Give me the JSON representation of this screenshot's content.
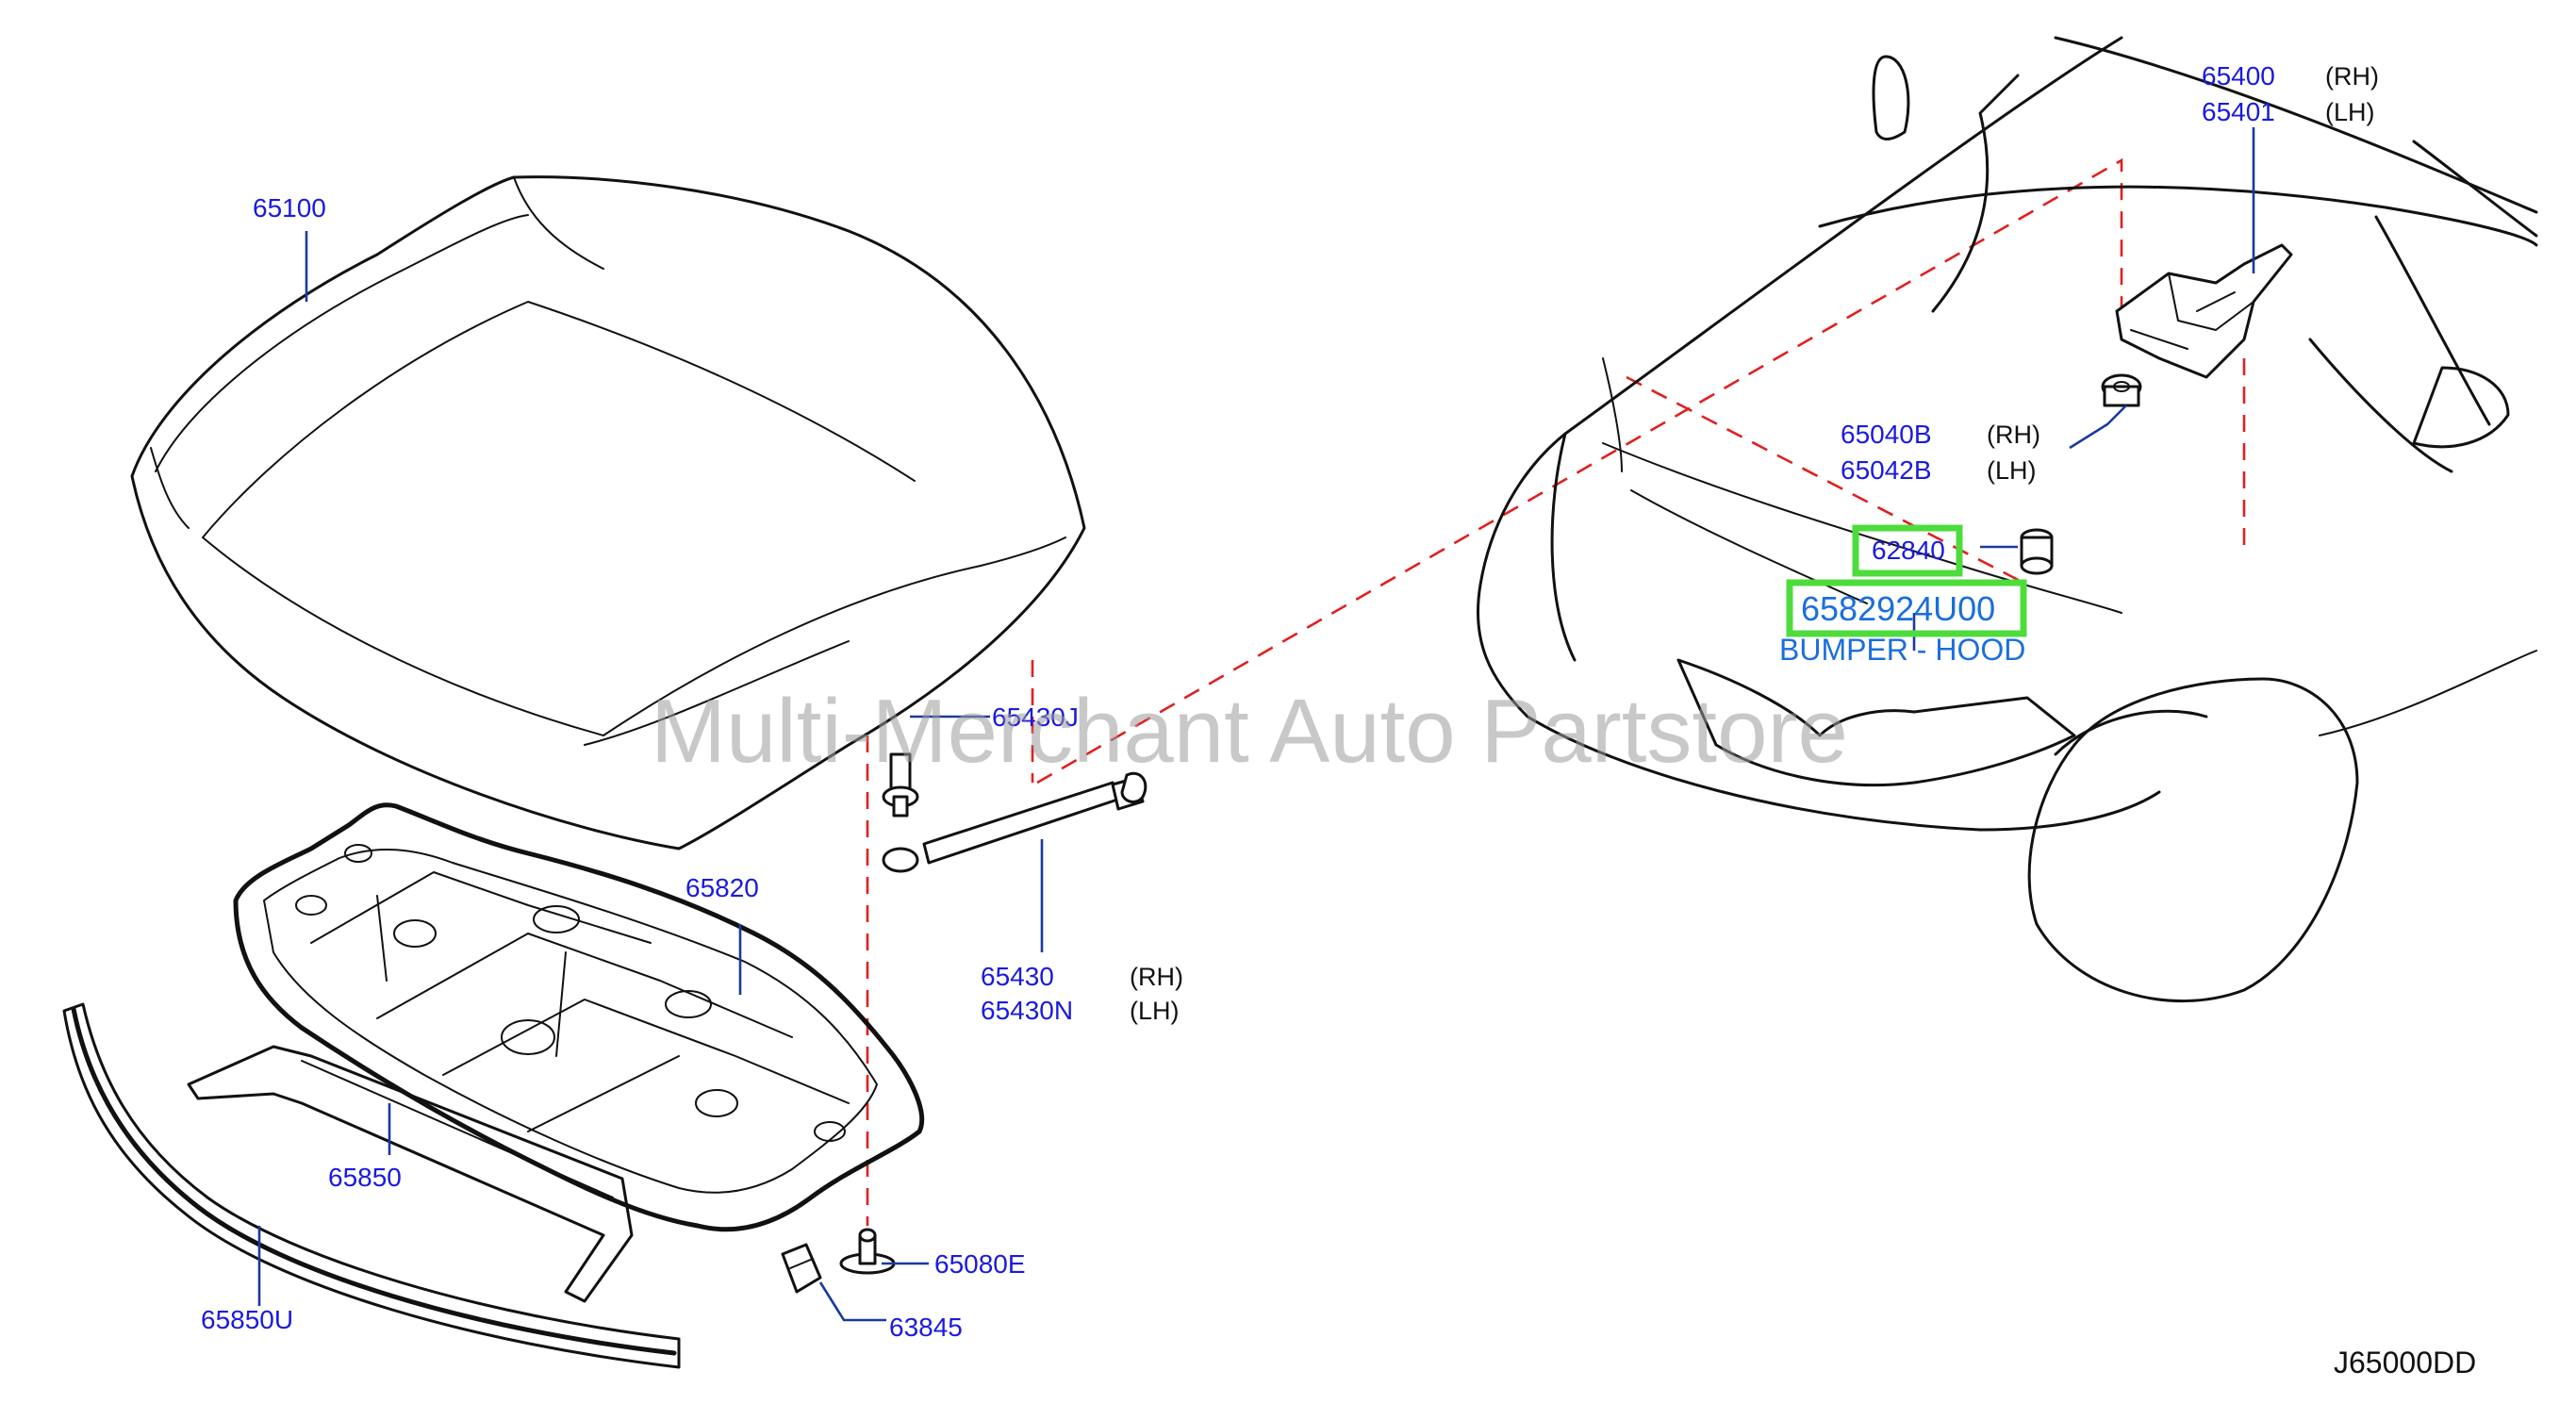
{
  "diagram": {
    "drawing_code": "J65000DD",
    "watermark": "Multi-Merchant Auto Partstore",
    "highlighted": {
      "part_number": "6582924U00",
      "description": "BUMPER - HOOD"
    },
    "parts": {
      "hood": "65100",
      "hood_insulator": "65820",
      "seal_front": "65850",
      "seal_lower": "65850U",
      "clip": "63845",
      "clip_grommet": "65080E",
      "stay_bolt": "65430J",
      "stay_rh": "65430",
      "stay_lh": "65430N",
      "hinge_rh": "65400",
      "hinge_lh": "65401",
      "nut_rh": "65040B",
      "nut_lh": "65042B",
      "bumper_rubber": "62840"
    },
    "sides": {
      "rh": "(RH)",
      "lh": "(LH)"
    }
  }
}
